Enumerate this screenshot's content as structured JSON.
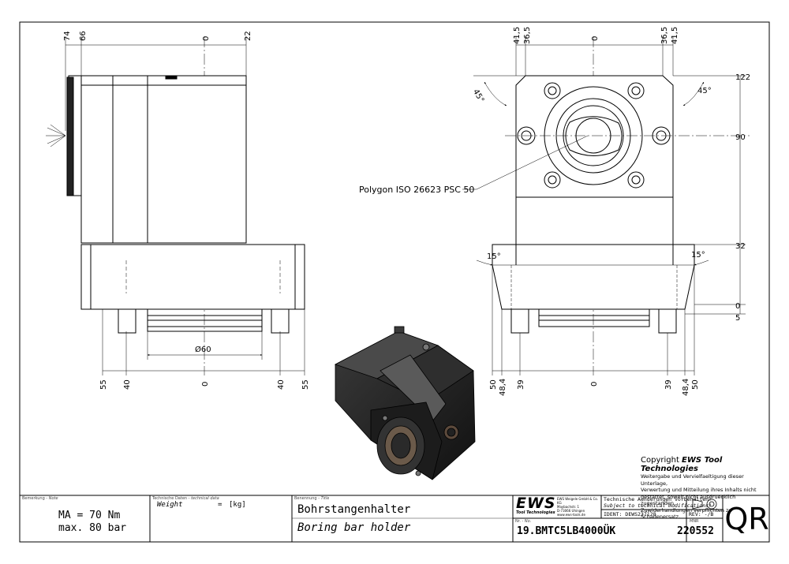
{
  "dimensions": {
    "side_top": [
      "74",
      "66",
      "0",
      "22"
    ],
    "side_bottom": [
      "55",
      "40",
      "0",
      "40",
      "55"
    ],
    "diameter": "Ø60",
    "front_top": [
      "41,5",
      "36,5",
      "0",
      "36,5",
      "41,5"
    ],
    "front_right": [
      "122",
      "90",
      "32",
      "0",
      "5"
    ],
    "front_bottom": [
      "50",
      "48,4",
      "39",
      "0",
      "39",
      "48,4",
      "50"
    ],
    "angle_top_left": "45°",
    "angle_top_right": "45°",
    "angle_bottom_left": "15°",
    "angle_bottom_right": "15°"
  },
  "callout": "Polygon ISO 26623 PSC 50",
  "copyright": {
    "heading_prefix": "Copyright ",
    "heading_brand": "EWS Tool Technologies",
    "lines": [
      "Weitergabe und Vervielfaeltigung dieser Unterlage,",
      "Verwertung und Mitteilung ihres Inhalts nicht",
      "gestattet, soweit nicht ausdruecklich zugestanden.",
      "Zuwiderhandlungen verpflichten zu Schadenersatz."
    ]
  },
  "titleblock": {
    "note_label": "Bemerkung",
    "note_label_en": "Note",
    "note_lines": [
      "MA = 70 Nm",
      "max. 80 bar"
    ],
    "tech_label": "Technische Daten",
    "tech_label_en": "technical data",
    "weight_label": "Weight",
    "weight_eq": "=",
    "weight_unit": "[kg]",
    "title_label": "Benennung",
    "title_label_en": "Title",
    "title_de": "Bohrstangenhalter",
    "title_en": "Boring bar holder",
    "logo_text": "EWS",
    "logo_sub": "Tool Technologies",
    "company_lines": [
      "EWS Weigele GmbH & Co. KG",
      "Maybachstr. 1",
      "D-73066 Uhingen",
      "www.ews-tools.de"
    ],
    "change_note_de": "Technische Aenderungen vorbehalten!",
    "change_note_en": "Subject to technical modifications!",
    "ident_label": "IDENT:",
    "ident_value": "DEWS237128",
    "rev_label": "REV:",
    "rev_value": "-/B",
    "nr_label": "Nr.",
    "nr_label_en": "No.",
    "part_number": "19.BMTC5LB4000ÜK",
    "mnr_label": "MNR",
    "mnr_value": "220552",
    "qr_text": "QR"
  }
}
